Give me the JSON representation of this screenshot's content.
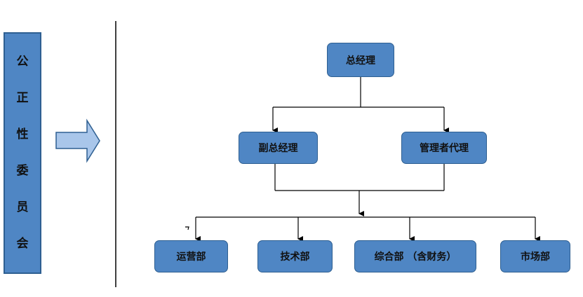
{
  "sidebar": {
    "chars": [
      "公",
      "正",
      "性",
      "委",
      "员",
      "会"
    ]
  },
  "org": {
    "ceo": "总经理",
    "deputy": "副总经理",
    "proxy": "管理者代理",
    "operations": "运营部",
    "tech": "技术部",
    "general": "综合部 （含财务）",
    "market": "市场部"
  },
  "colors": {
    "node_fill": "#4f86c4",
    "node_border": "#2e5f91",
    "arrow_fill": "#a9c6ea"
  }
}
